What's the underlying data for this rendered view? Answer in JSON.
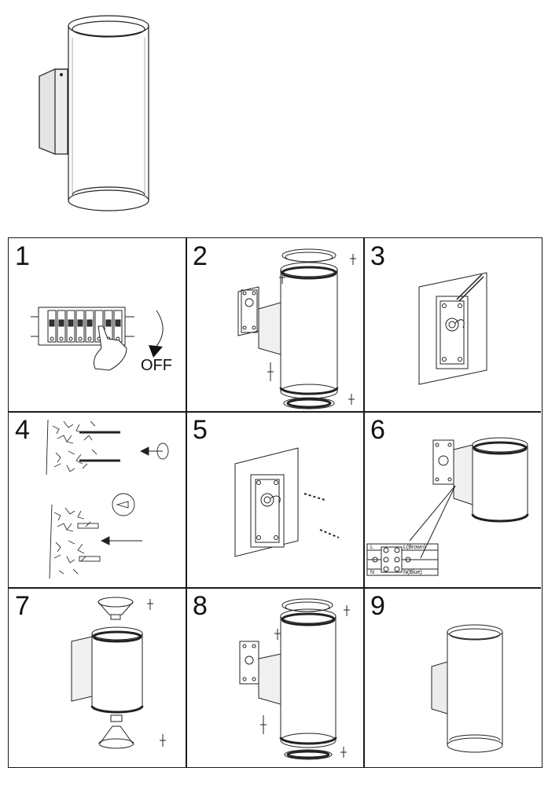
{
  "steps": [
    {
      "number": "1",
      "label": "OFF"
    },
    {
      "number": "2"
    },
    {
      "number": "3"
    },
    {
      "number": "4"
    },
    {
      "number": "5"
    },
    {
      "number": "6",
      "wiring": {
        "l_label": "L",
        "n_label": "N",
        "l_wire": "L(Brown)",
        "n_wire": "N(Blue)"
      }
    },
    {
      "number": "7"
    },
    {
      "number": "8"
    },
    {
      "number": "9"
    }
  ]
}
